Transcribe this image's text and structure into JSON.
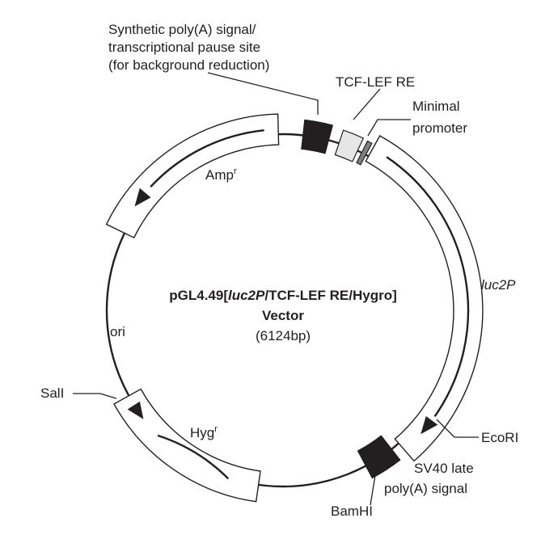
{
  "title": {
    "prefix": "pGL4.49[",
    "gene": "luc2P",
    "suffix": "/TCF-LEF RE/Hygro]",
    "line2": "Vector",
    "size": "(6124bp)"
  },
  "labels": {
    "synthetic_line1": "Synthetic poly(A) signal/",
    "synthetic_line2": "transcriptional pause site",
    "synthetic_line3": "(for background reduction)",
    "tcf_lef": "TCF-LEF RE",
    "minimal_line1": "Minimal",
    "minimal_line2": "promoter",
    "luc2p": "luc2P",
    "ecori": "EcoRI",
    "sv40_line1": "SV40 late",
    "sv40_line2": "poly(A) signal",
    "bamhi": "BamHI",
    "sali": "SalI",
    "ori": "ori",
    "amp": "Amp",
    "amp_sup": "r",
    "hyg": "Hyg",
    "hyg_sup": "r"
  },
  "colors": {
    "ink": "#231f20",
    "black_box": "#231f20",
    "light_box": "#e6e6e6",
    "gray_box": "#808080"
  }
}
